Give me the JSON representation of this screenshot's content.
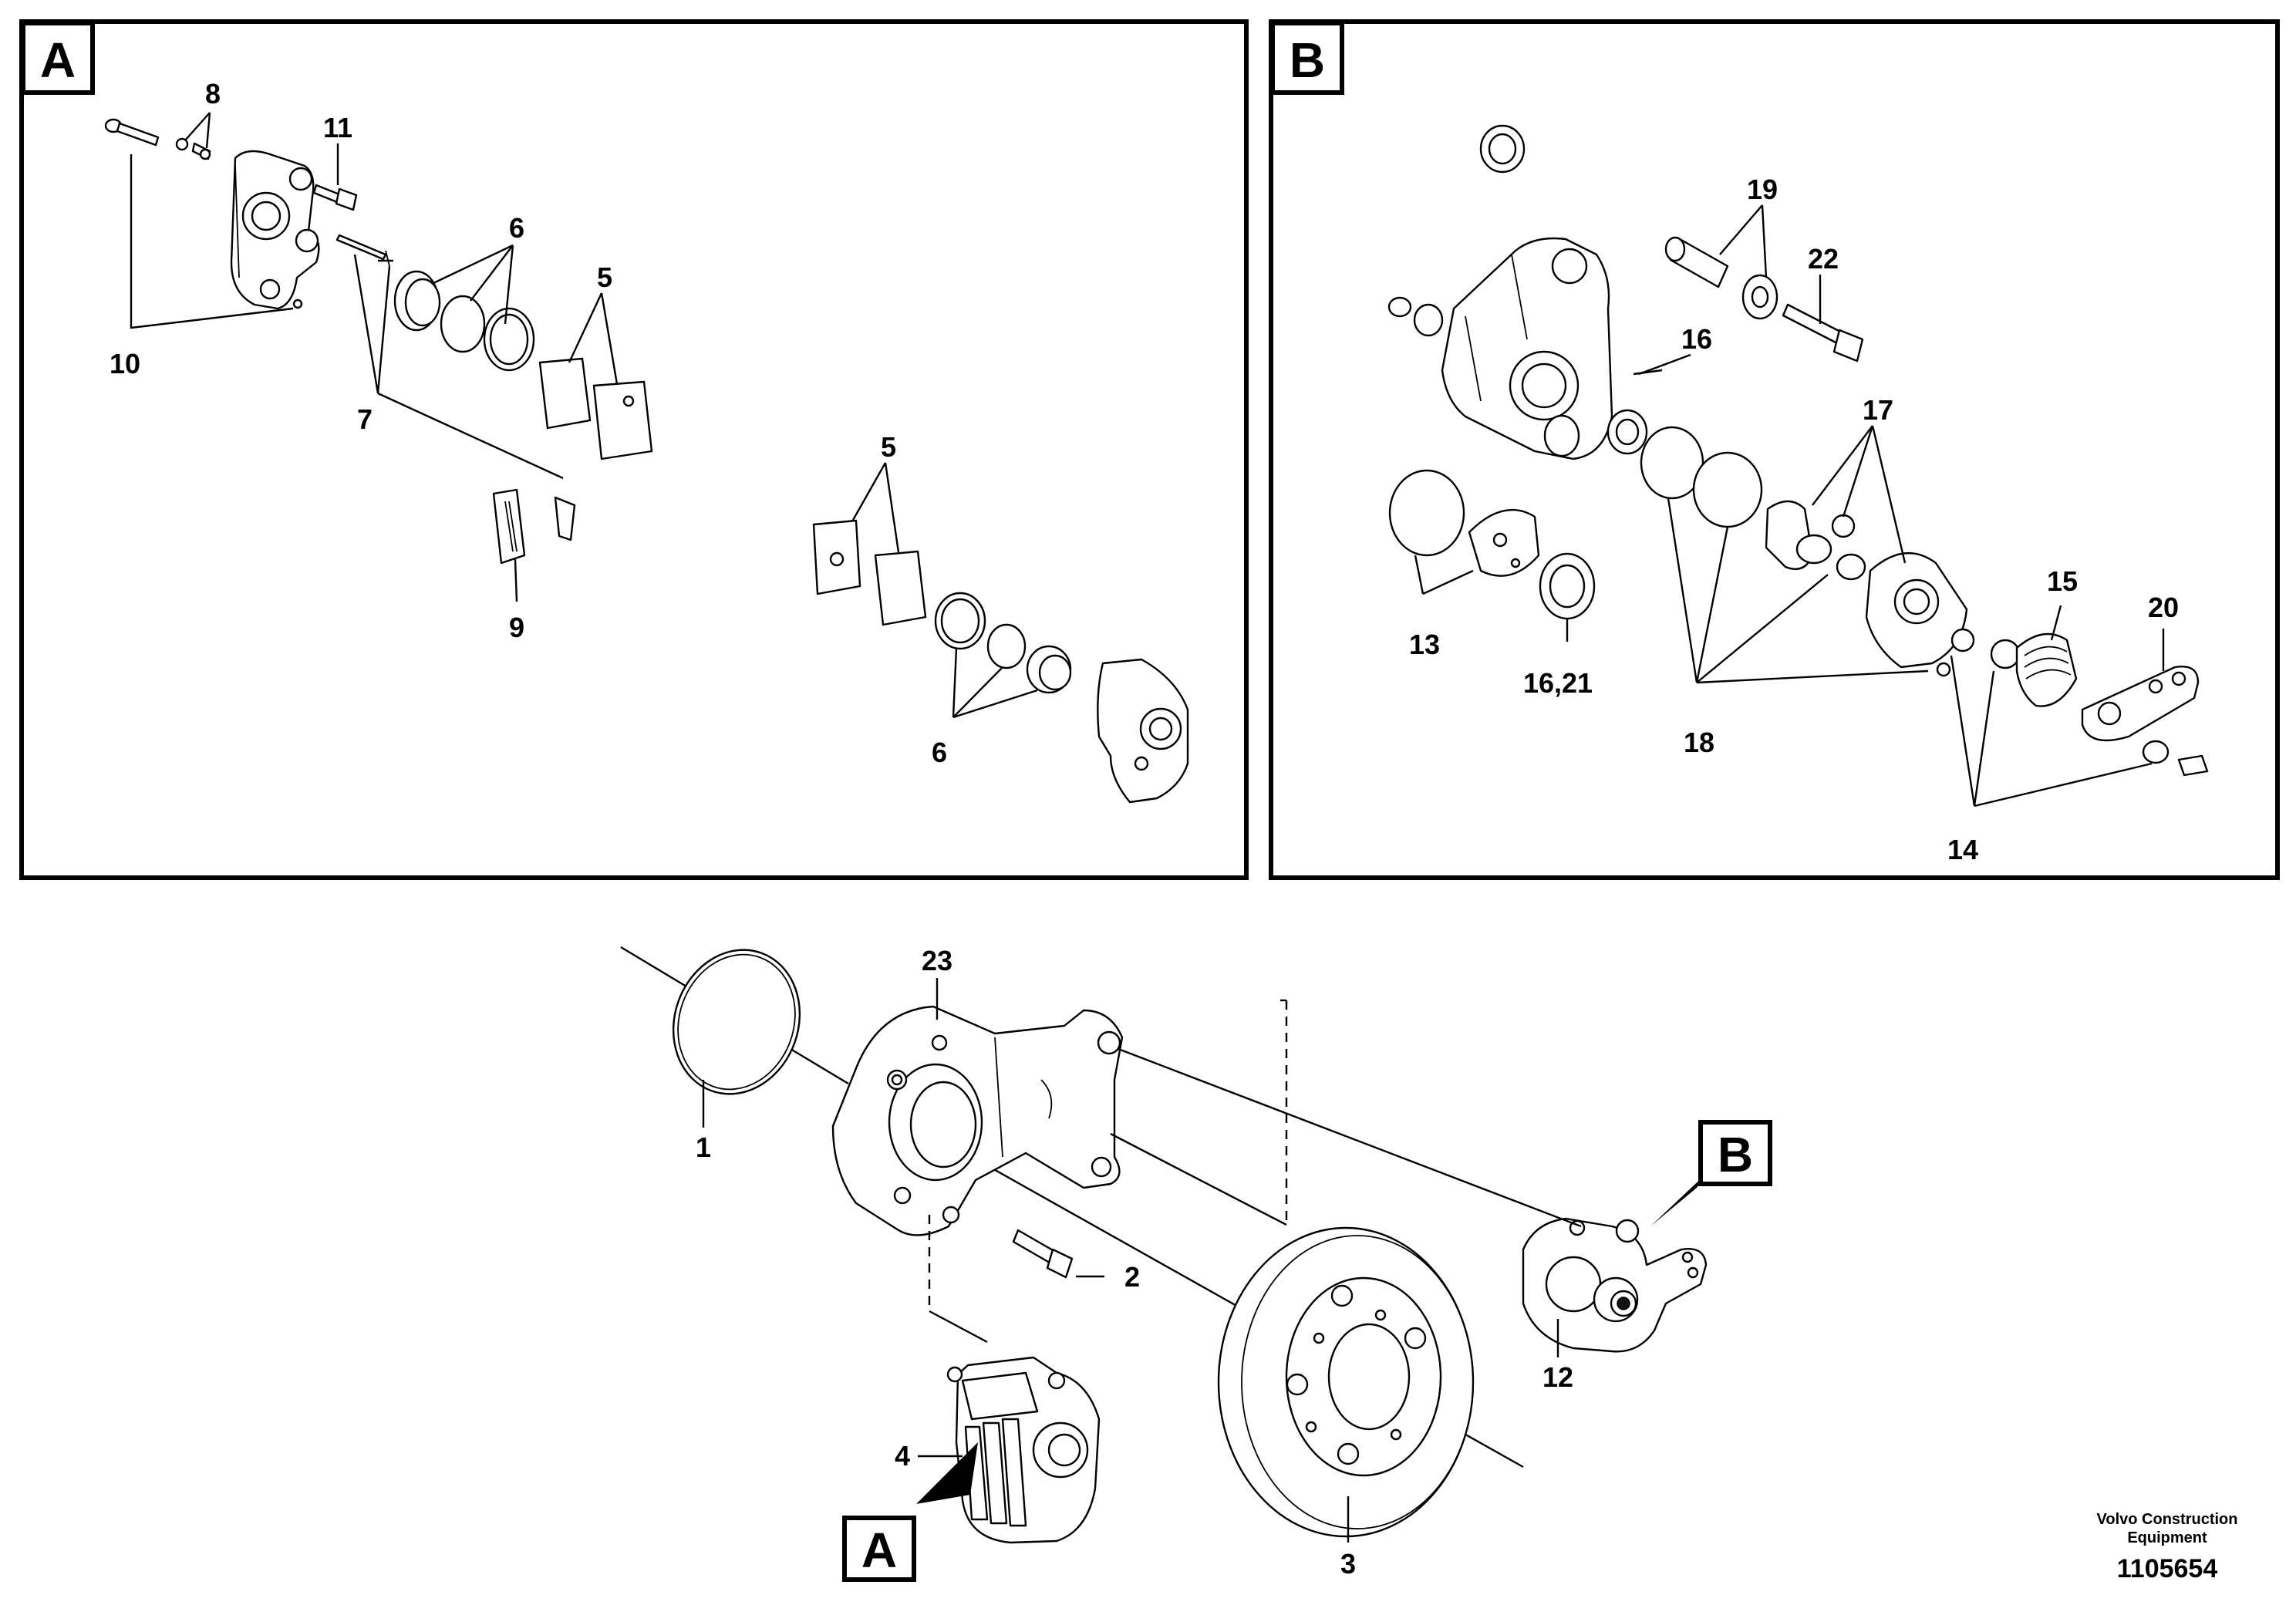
{
  "detail_tags": {
    "a": "A",
    "b": "B"
  },
  "callouts": {
    "c1": "1",
    "c2": "2",
    "c3": "3",
    "c4": "4",
    "c5": "5",
    "c6": "6",
    "c7": "7",
    "c8": "8",
    "c9": "9",
    "c10": "10",
    "c11": "11",
    "c12": "12",
    "c13": "13",
    "c14": "14",
    "c15": "15",
    "c16": "16",
    "c16_21": "16,21",
    "c17": "17",
    "c18": "18",
    "c19": "19",
    "c20": "20",
    "c22": "22",
    "c23": "23"
  },
  "footer": {
    "brand_line1": "Volvo Construction",
    "brand_line2": "Equipment",
    "drawing_number": "1105654"
  }
}
